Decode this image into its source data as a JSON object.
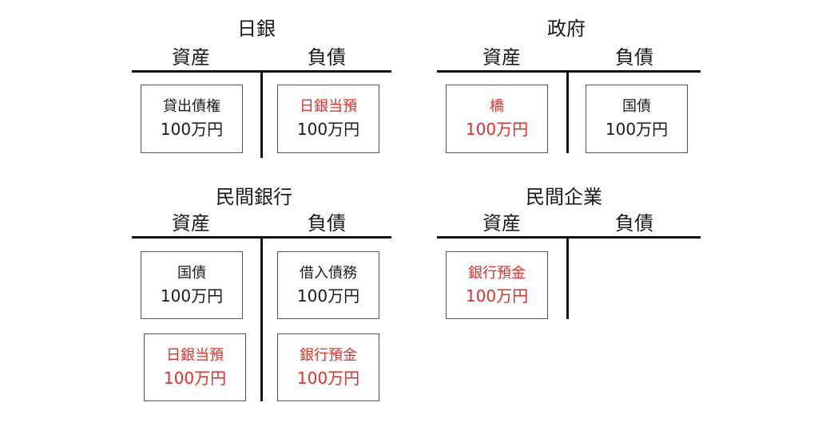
{
  "colors": {
    "text": "#1a1a1a",
    "highlight": "#e0302a",
    "line": "#111111",
    "box_border": "#555555"
  },
  "boj": {
    "title": "日銀",
    "assets_label": "資産",
    "liabilities_label": "負債",
    "asset_box": {
      "label": "貸出債権",
      "amount": "100万円",
      "highlight": false
    },
    "liability_box": {
      "label": "日銀当預",
      "amount": "100万円",
      "highlight": true
    }
  },
  "government": {
    "title": "政府",
    "assets_label": "資産",
    "liabilities_label": "負債",
    "asset_box": {
      "label": "橋",
      "amount": "100万円",
      "highlight": true
    },
    "liability_box": {
      "label": "国債",
      "amount": "100万円",
      "highlight": false
    }
  },
  "private_bank": {
    "title": "民間銀行",
    "assets_label": "資産",
    "liabilities_label": "負債",
    "asset_box_1": {
      "label": "国債",
      "amount": "100万円",
      "highlight": false
    },
    "asset_box_2": {
      "label": "日銀当預",
      "amount": "100万円",
      "highlight": true
    },
    "liability_box_1": {
      "label": "借入債務",
      "amount": "100万円",
      "highlight": false
    },
    "liability_box_2": {
      "label": "銀行預金",
      "amount": "100万円",
      "highlight": true
    }
  },
  "private_company": {
    "title": "民間企業",
    "assets_label": "資産",
    "liabilities_label": "負債",
    "asset_box": {
      "label": "銀行預金",
      "amount": "100万円",
      "highlight": true
    }
  }
}
